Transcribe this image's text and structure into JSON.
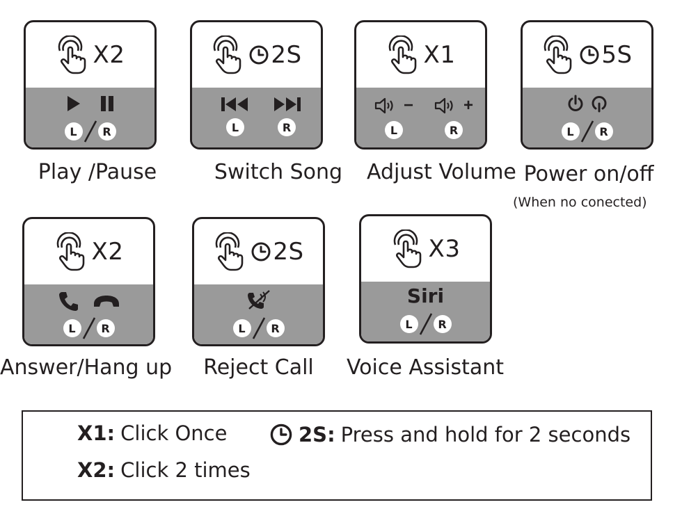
{
  "cards": [
    {
      "id": "play-pause",
      "gesture_prefix": "X2",
      "gesture_timer": false,
      "caption": "Play /Pause",
      "lr": {
        "left": "L",
        "right": "R"
      }
    },
    {
      "id": "switch-song",
      "gesture_prefix": "2S",
      "gesture_timer": true,
      "caption": "Switch Song",
      "lr": {
        "left": "L",
        "right": "R"
      }
    },
    {
      "id": "adjust-volume",
      "gesture_prefix": "X1",
      "gesture_timer": false,
      "caption": "Adjust Volume",
      "lr": {
        "left": "L",
        "right": "R"
      },
      "vol_minus": "−",
      "vol_plus": "+"
    },
    {
      "id": "power",
      "gesture_prefix": "5S",
      "gesture_timer": true,
      "caption": "Power on/off",
      "subcaption": "(When no conected)",
      "lr": {
        "left": "L",
        "right": "R"
      }
    },
    {
      "id": "answer-hang",
      "gesture_prefix": "X2",
      "gesture_timer": false,
      "caption": "Answer/Hang up",
      "lr": {
        "left": "L",
        "right": "R"
      }
    },
    {
      "id": "reject-call",
      "gesture_prefix": "2S",
      "gesture_timer": true,
      "caption": "Reject Call",
      "lr": {
        "left": "L",
        "right": "R"
      }
    },
    {
      "id": "voice-assistant",
      "gesture_prefix": "X3",
      "gesture_timer": false,
      "caption": "Voice Assistant",
      "lr": {
        "left": "L",
        "right": "R"
      },
      "siri": "Siri"
    }
  ],
  "legend": {
    "x1_key": "X1:",
    "x1_text": "Click Once",
    "x2_key": "X2:",
    "x2_text": "Click 2 times",
    "hold_key": "2S:",
    "hold_text": "Press and hold for 2 seconds"
  },
  "colors": {
    "ink": "#231f20",
    "panel": "#9a9a9a",
    "badge": "#ffffff"
  },
  "icons": [
    "touch-hand-icon",
    "clock-icon",
    "play-icon",
    "pause-icon",
    "previous-track-icon",
    "next-track-icon",
    "volume-down-icon",
    "volume-up-icon",
    "power-icon",
    "power-alt-icon",
    "phone-answer-icon",
    "phone-hangup-icon",
    "phone-reject-icon"
  ]
}
